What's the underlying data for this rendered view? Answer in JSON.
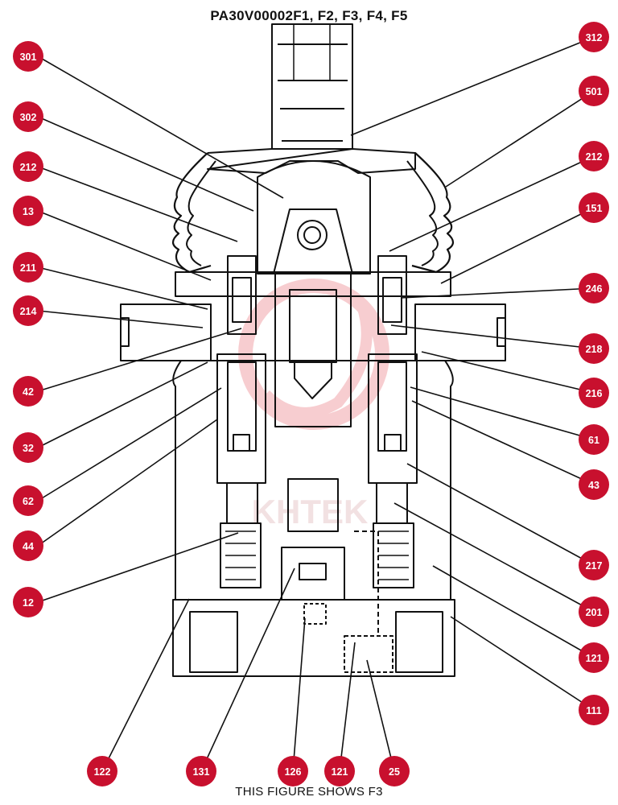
{
  "title": "PA30V00002F1, F2, F3, F4, F5",
  "caption": "THIS FIGURE SHOWS  F3",
  "watermark": "KHTEK",
  "colors": {
    "badge": "#c8102e",
    "badge_text": "#ffffff",
    "line": "#111111",
    "watermark": "#f2a6aa"
  },
  "callouts": [
    {
      "label": "301"
    },
    {
      "label": "302"
    },
    {
      "label": "212"
    },
    {
      "label": "13"
    },
    {
      "label": "211"
    },
    {
      "label": "214"
    },
    {
      "label": "42"
    },
    {
      "label": "32"
    },
    {
      "label": "62"
    },
    {
      "label": "44"
    },
    {
      "label": "12"
    },
    {
      "label": "312"
    },
    {
      "label": "501"
    },
    {
      "label": "212"
    },
    {
      "label": "151"
    },
    {
      "label": "246"
    },
    {
      "label": "218"
    },
    {
      "label": "216"
    },
    {
      "label": "61"
    },
    {
      "label": "43"
    },
    {
      "label": "217"
    },
    {
      "label": "201"
    },
    {
      "label": "121"
    },
    {
      "label": "111"
    },
    {
      "label": "122"
    },
    {
      "label": "131"
    },
    {
      "label": "126"
    },
    {
      "label": "121"
    },
    {
      "label": "25"
    }
  ]
}
